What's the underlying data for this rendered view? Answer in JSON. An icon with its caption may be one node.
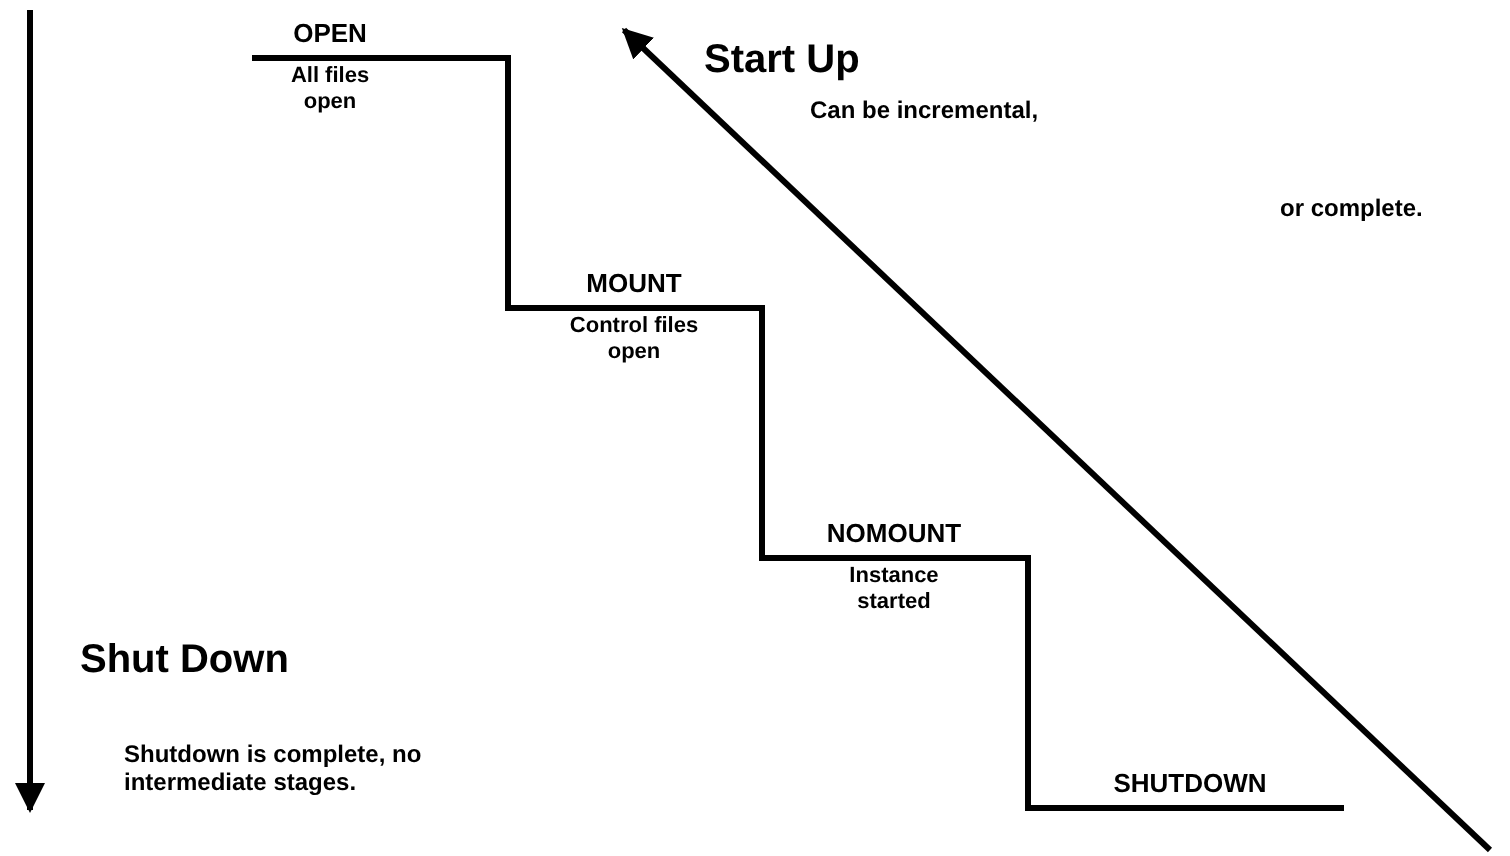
{
  "diagram": {
    "labels": [
      "OPEN",
      "All files open",
      "Start Up",
      "Can be incremental,",
      "or complete.",
      "MOUNT",
      "Control files open",
      "NOMOUNT",
      "Instance started",
      "Shut Down",
      "Shutdown is complete, no intermediate stages.",
      "SHUTDOWN"
    ]
  }
}
